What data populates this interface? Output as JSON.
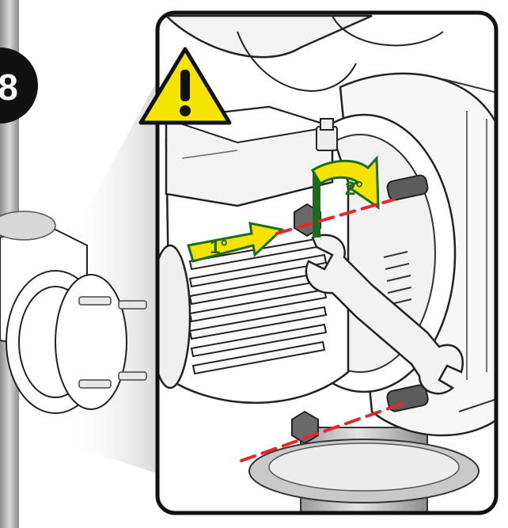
{
  "illustration": {
    "step_badge": "8",
    "arrow_1": "1°",
    "arrow_2": "2°",
    "warning_icon": "warning-triangle-icon",
    "colors": {
      "warning_yellow": "#f5e400",
      "arrow_green": "#1e6b1e",
      "arrow_fill": "#f4e300",
      "dashed_red": "#e8272a",
      "frame": "#111111"
    }
  }
}
